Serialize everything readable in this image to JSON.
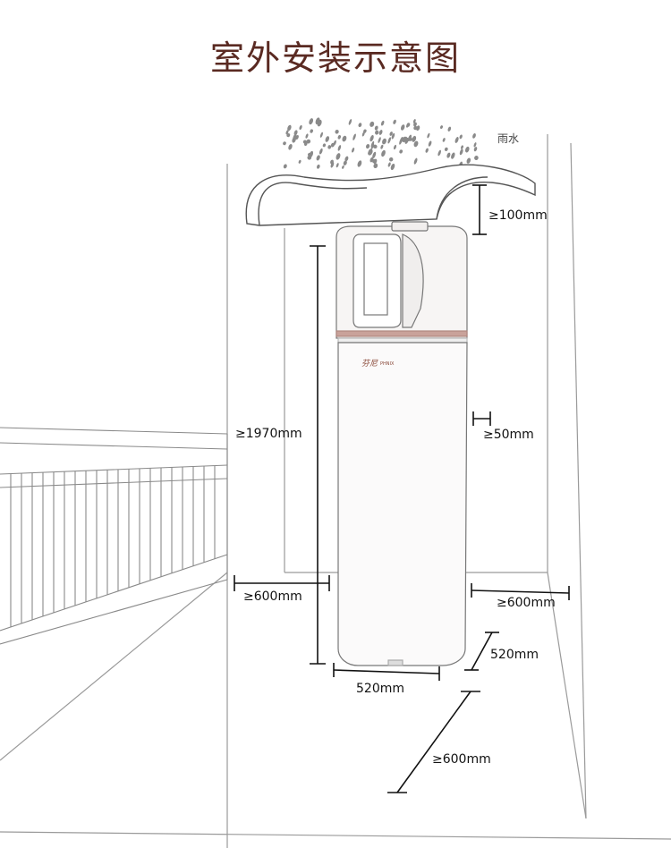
{
  "title": "室外安装示意图",
  "rain_label": "雨水",
  "brand": {
    "name_cn": "芬尼",
    "name_en": "PHNIX"
  },
  "dimensions": {
    "top_clearance": "≥100mm",
    "height": "≥1970mm",
    "wall_gap": "≥50mm",
    "left_clearance": "≥600mm",
    "right_clearance": "≥600mm",
    "depth": "520mm",
    "width": "520mm",
    "front_clearance": "≥600mm"
  },
  "colors": {
    "title": "#5a2a22",
    "lines": "#555555",
    "dim": "#111111",
    "unit_band": "#c9a29a"
  }
}
